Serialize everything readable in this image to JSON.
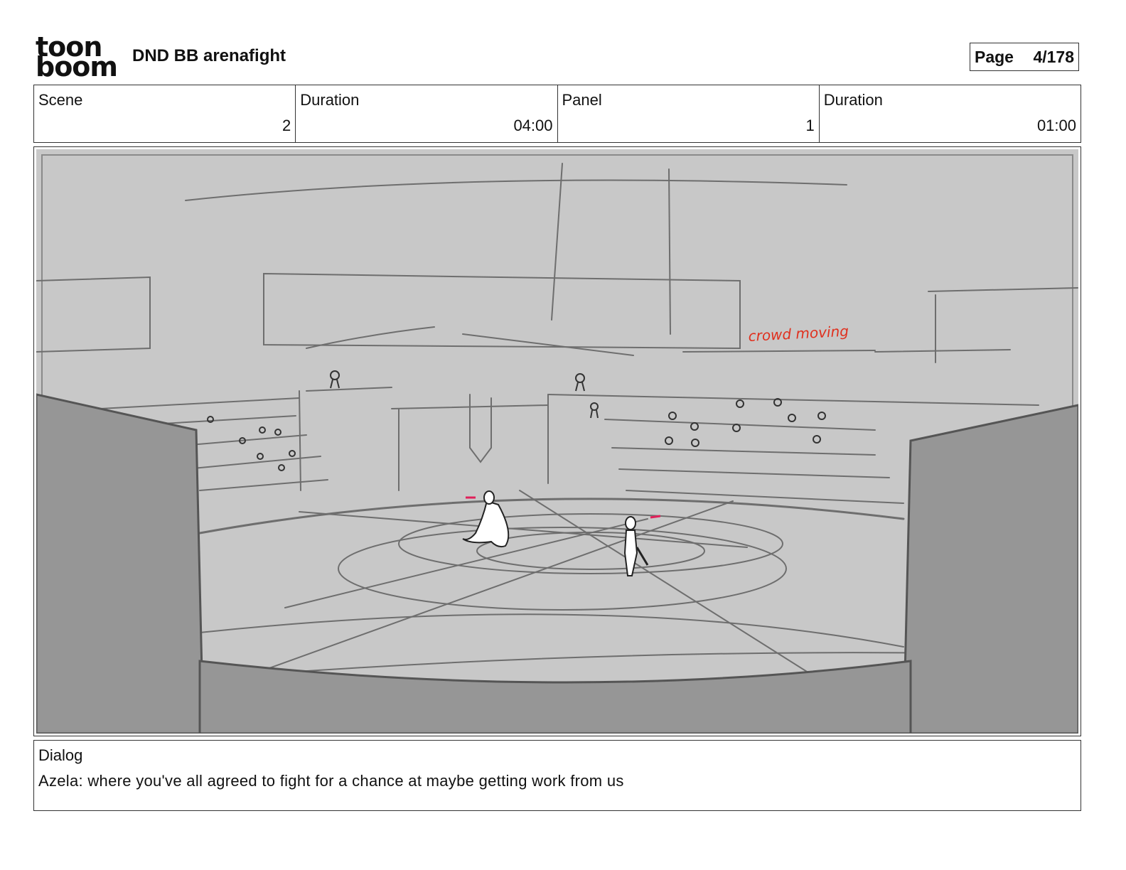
{
  "header": {
    "logo_line1": "toon",
    "logo_line2": "boom",
    "project_title": "DND BB arenafight",
    "page_label": "Page",
    "page_value": "4/178"
  },
  "info": {
    "scene_label": "Scene",
    "scene_value": "2",
    "scene_duration_label": "Duration",
    "scene_duration_value": "04:00",
    "panel_label": "Panel",
    "panel_value": "1",
    "panel_duration_label": "Duration",
    "panel_duration_value": "01:00"
  },
  "panel": {
    "annotation": "crowd moving",
    "annotation_color": "#e0301e",
    "arrow_color": "#e0205a",
    "background_color": "#c8c8c8",
    "wall_color": "#969696"
  },
  "dialog": {
    "label": "Dialog",
    "text": "Azela: where you've all agreed to fight for a chance at maybe getting work from us"
  }
}
